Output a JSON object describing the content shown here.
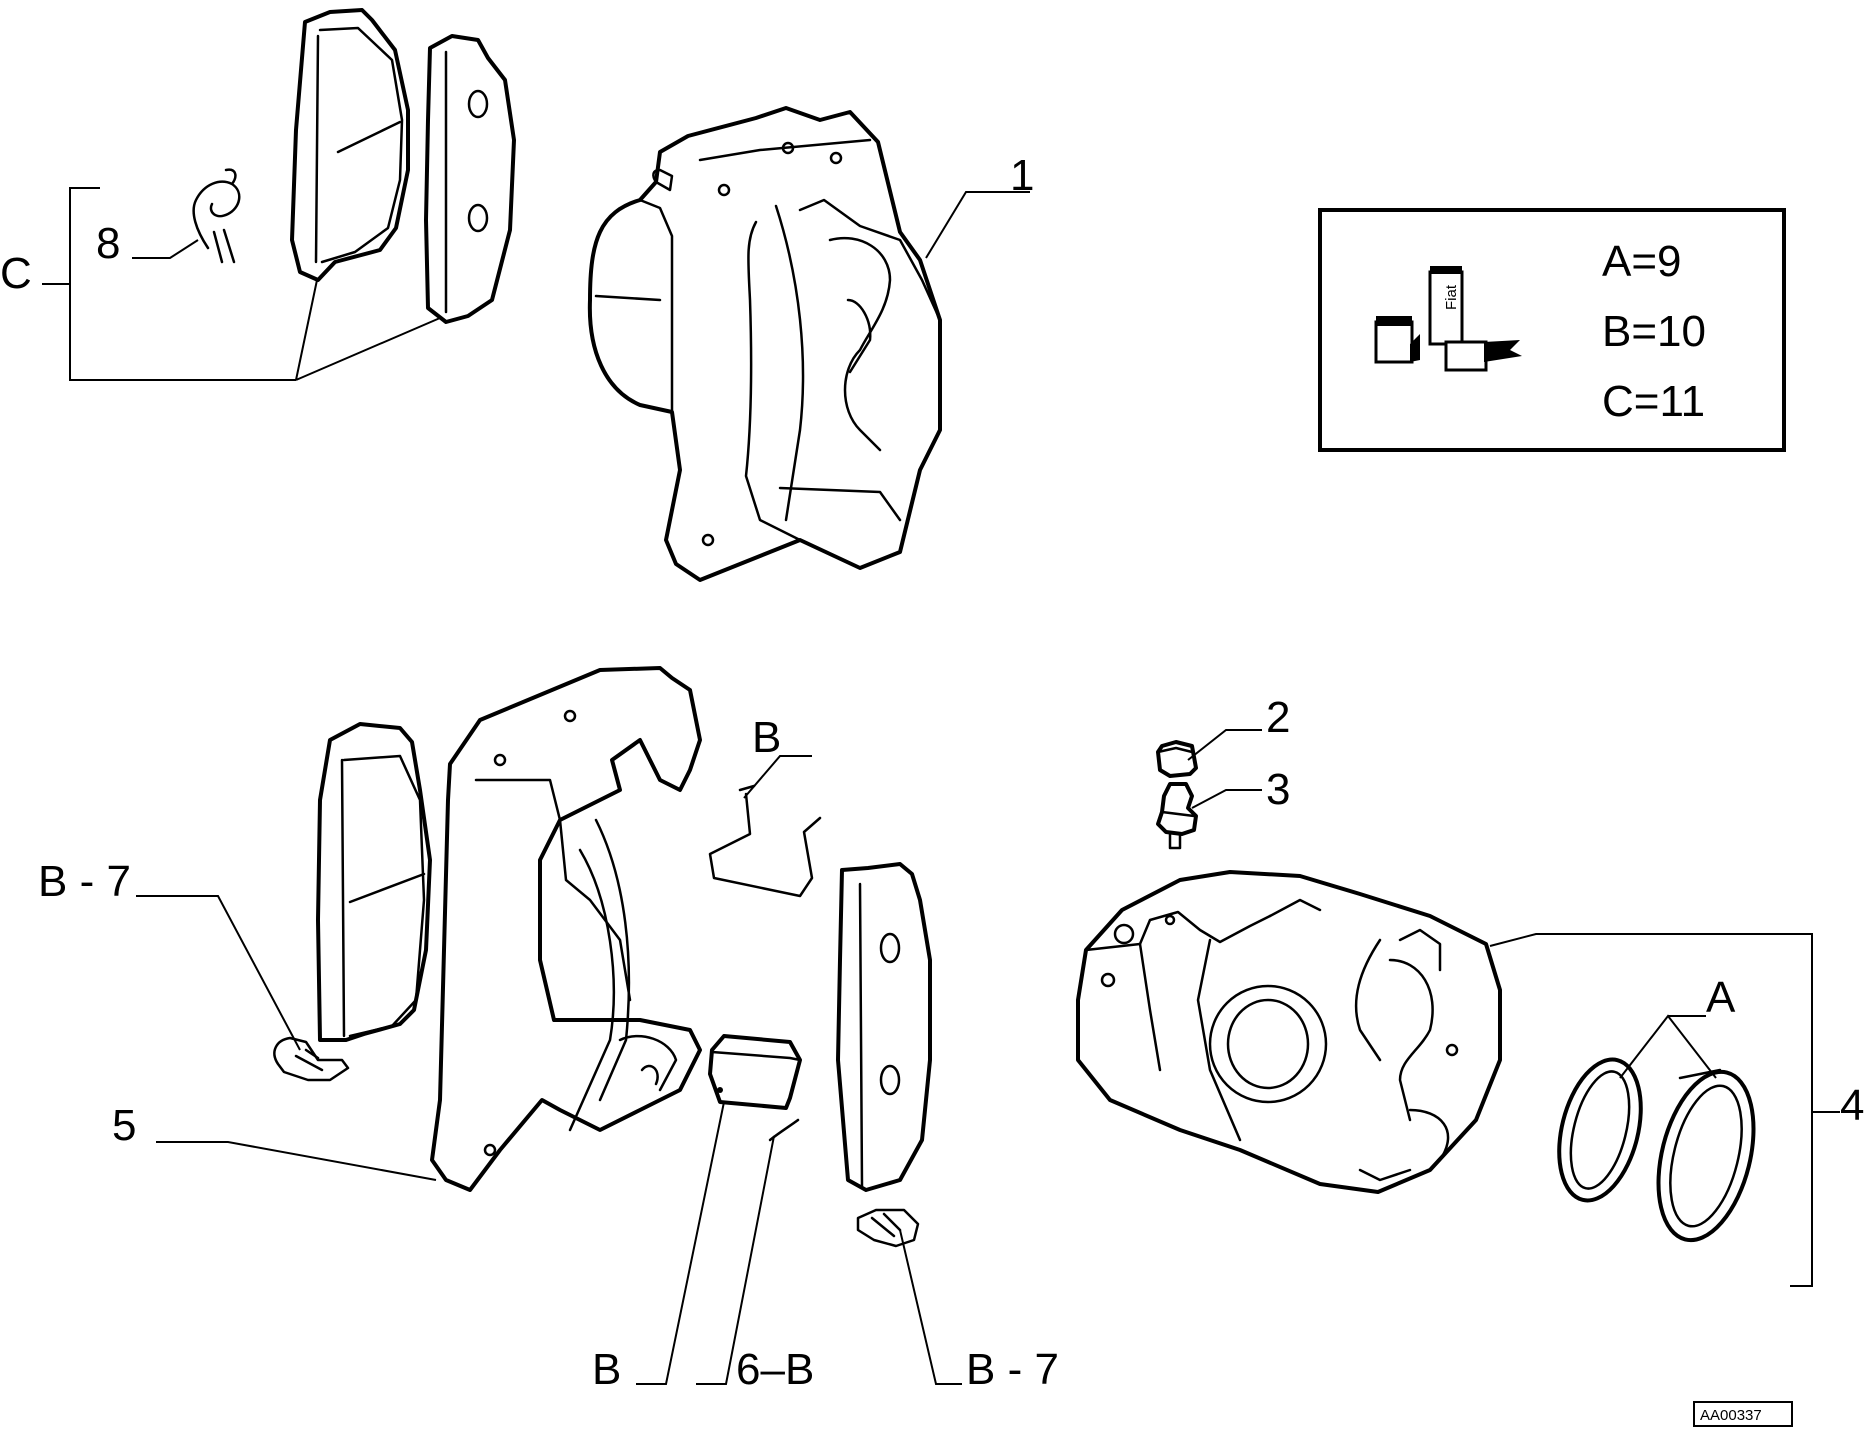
{
  "callouts": {
    "c_1": "1",
    "c_2": "2",
    "c_3": "3",
    "c_4": "4",
    "c_5": "5",
    "c_8": "8",
    "c_C": "C",
    "c_B_top": "B",
    "c_A": "A",
    "c_B7_left": "B - 7",
    "c_B_bottom": "B",
    "c_6B": "6–B",
    "c_B7_bottom": "B - 7"
  },
  "legend": {
    "line_a": "A=9",
    "line_b": "B=10",
    "line_c": "C=11",
    "icon": "fiat-lubricant-products-icon"
  },
  "reference_code": "AA00337"
}
